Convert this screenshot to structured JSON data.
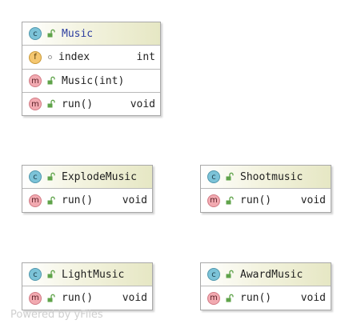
{
  "watermark": "Powered by yFiles",
  "classes": [
    {
      "name": "Music",
      "badge": "c",
      "fields": [
        {
          "badge": "f",
          "name": "index",
          "type": "int"
        }
      ],
      "constructors": [
        {
          "badge": "m",
          "name": "Music(int)",
          "type": ""
        }
      ],
      "methods": [
        {
          "badge": "m",
          "name": "run()",
          "type": "void"
        }
      ]
    },
    {
      "name": "ExplodeMusic",
      "badge": "c",
      "methods": [
        {
          "badge": "m",
          "name": "run()",
          "type": "void"
        }
      ]
    },
    {
      "name": "Shootmusic",
      "badge": "c",
      "methods": [
        {
          "badge": "m",
          "name": "run()",
          "type": "void"
        }
      ]
    },
    {
      "name": "LightMusic",
      "badge": "c",
      "methods": [
        {
          "badge": "m",
          "name": "run()",
          "type": "void"
        }
      ]
    },
    {
      "name": "AwardMusic",
      "badge": "c",
      "methods": [
        {
          "badge": "m",
          "name": "run()",
          "type": "void"
        }
      ]
    }
  ],
  "colors": {
    "class_badge": "#7cc3d8",
    "method_badge": "#f2aab1",
    "field_badge": "#f5c770",
    "header_gradient_end": "#e6e7c4",
    "selected_title": "#2c3ea0",
    "public_lock": "#5fa34a"
  },
  "icons": {
    "visibility_public": "unlocked-padlock-icon",
    "visibility_package": "circle-dot-icon"
  }
}
